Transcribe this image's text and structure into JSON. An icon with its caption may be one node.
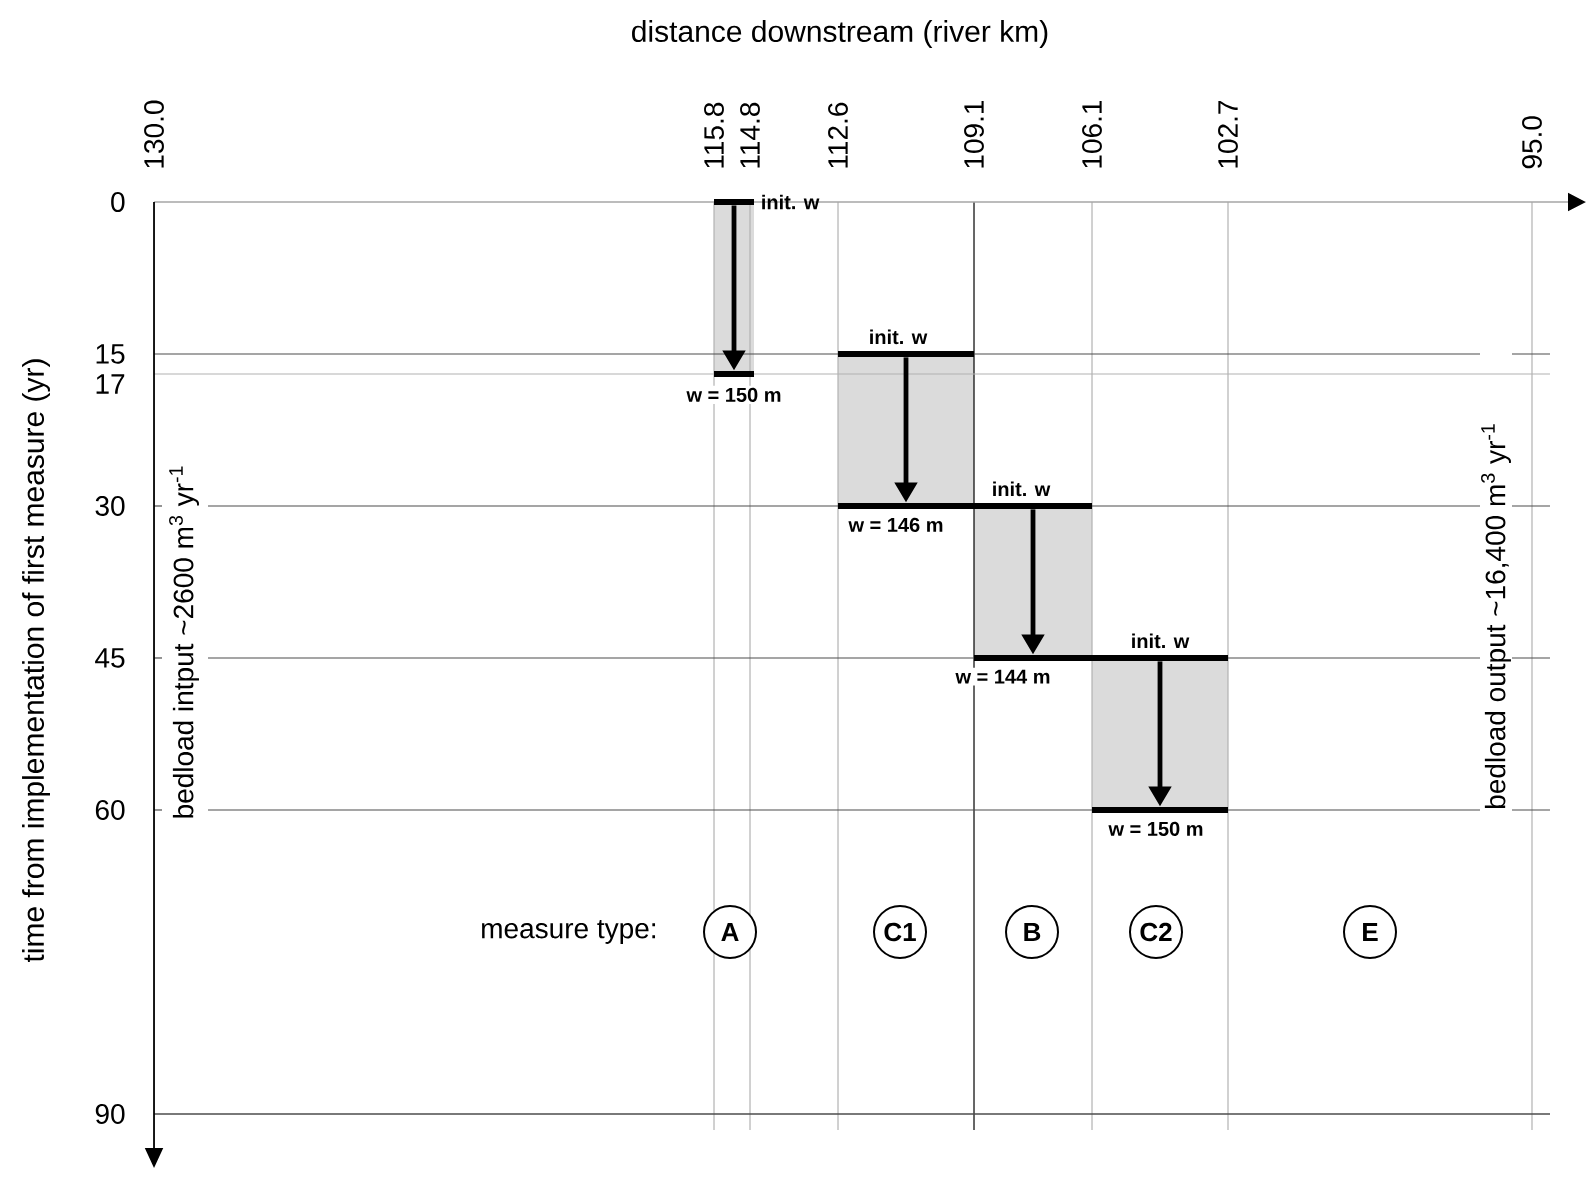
{
  "diagram": {
    "nodes": [
      {
        "text": [
          "init. w"
        ]
      },
      {
        "text": [
          "w = 150 m"
        ]
      },
      {
        "text": [
          "init. w"
        ]
      },
      {
        "text": [
          "w = 146 m"
        ]
      },
      {
        "text": [
          "init. w"
        ]
      },
      {
        "text": [
          "w = 144 m"
        ]
      },
      {
        "text": [
          "init. w"
        ]
      },
      {
        "text": [
          "w = 150 m"
        ]
      },
      {
        "text": [
          "A"
        ]
      },
      {
        "text": [
          "C1"
        ]
      },
      {
        "text": [
          "B"
        ]
      },
      {
        "text": [
          "C2"
        ]
      },
      {
        "text": [
          "E"
        ]
      }
    ],
    "edges": [
      {
        "from": 0,
        "to": 1,
        "arrow": "to"
      },
      {
        "from": 2,
        "to": 3,
        "arrow": "to"
      },
      {
        "from": 4,
        "to": 5,
        "arrow": "to"
      },
      {
        "from": 6,
        "to": 7,
        "arrow": "to"
      }
    ],
    "labels": [
      "distance downstream (river km)",
      "130.0",
      "115.8",
      "114.8",
      "112.6",
      "109.1",
      "106.1",
      "102.7",
      "95.0",
      "time from implementation of first measure (yr)",
      "0",
      "15",
      "17",
      "30",
      "45",
      "60",
      "90",
      "bedload intput ~2600 m$^{3}$ yr$^{-1}$",
      "bedload output ~16,400 m$^{3}$ yr$^{-1}$",
      "measure type:"
    ]
  }
}
